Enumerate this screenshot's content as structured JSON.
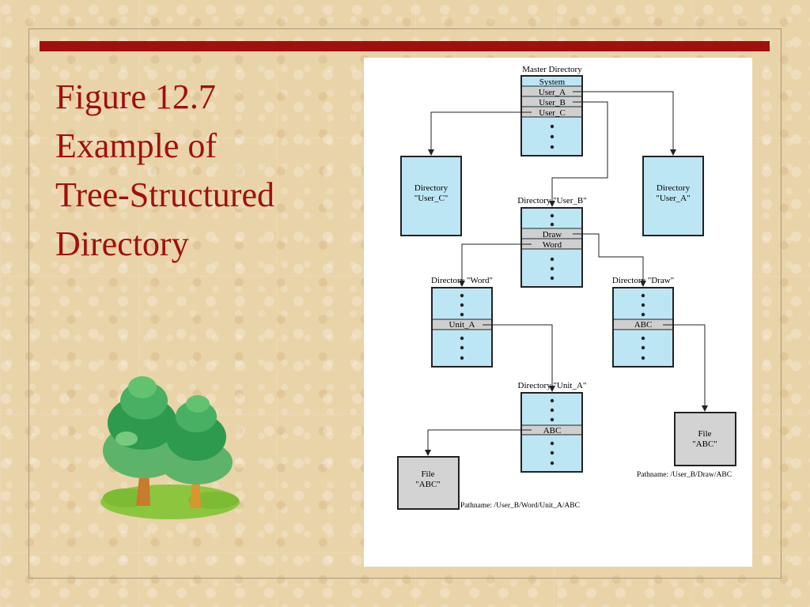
{
  "slide": {
    "title_lines": [
      "Figure 12.7",
      "Example of",
      "Tree-Structured",
      "Directory"
    ],
    "colors": {
      "title": "#a0100e",
      "bar": "#a0100e",
      "dir_fill": "#bde6f5",
      "entry_fill": "#cfcfcf",
      "file_fill": "#d3d3d3"
    }
  },
  "diagram": {
    "master": {
      "label": "Master Directory",
      "entries": [
        "System",
        "User_A",
        "User_B",
        "User_C"
      ]
    },
    "dir_user_c": {
      "line1": "Directory",
      "line2": "\"User_C\""
    },
    "dir_user_a": {
      "line1": "Directory",
      "line2": "\"User_A\""
    },
    "dir_user_b": {
      "label": "Directory \"User_B\"",
      "entries": [
        "Draw",
        "Word"
      ]
    },
    "dir_word": {
      "label": "Directory \"Word\"",
      "entry": "Unit_A"
    },
    "dir_draw": {
      "label": "Directory \"Draw\"",
      "entry": "ABC"
    },
    "dir_unit_a": {
      "label": "Directory \"Unit_A\"",
      "entry": "ABC"
    },
    "file_left": {
      "line1": "File",
      "line2": "\"ABC\"",
      "pathname": "Pathname: /User_B/Word/Unit_A/ABC"
    },
    "file_right": {
      "line1": "File",
      "line2": "\"ABC\"",
      "pathname": "Pathname: /User_B/Draw/ABC"
    }
  }
}
